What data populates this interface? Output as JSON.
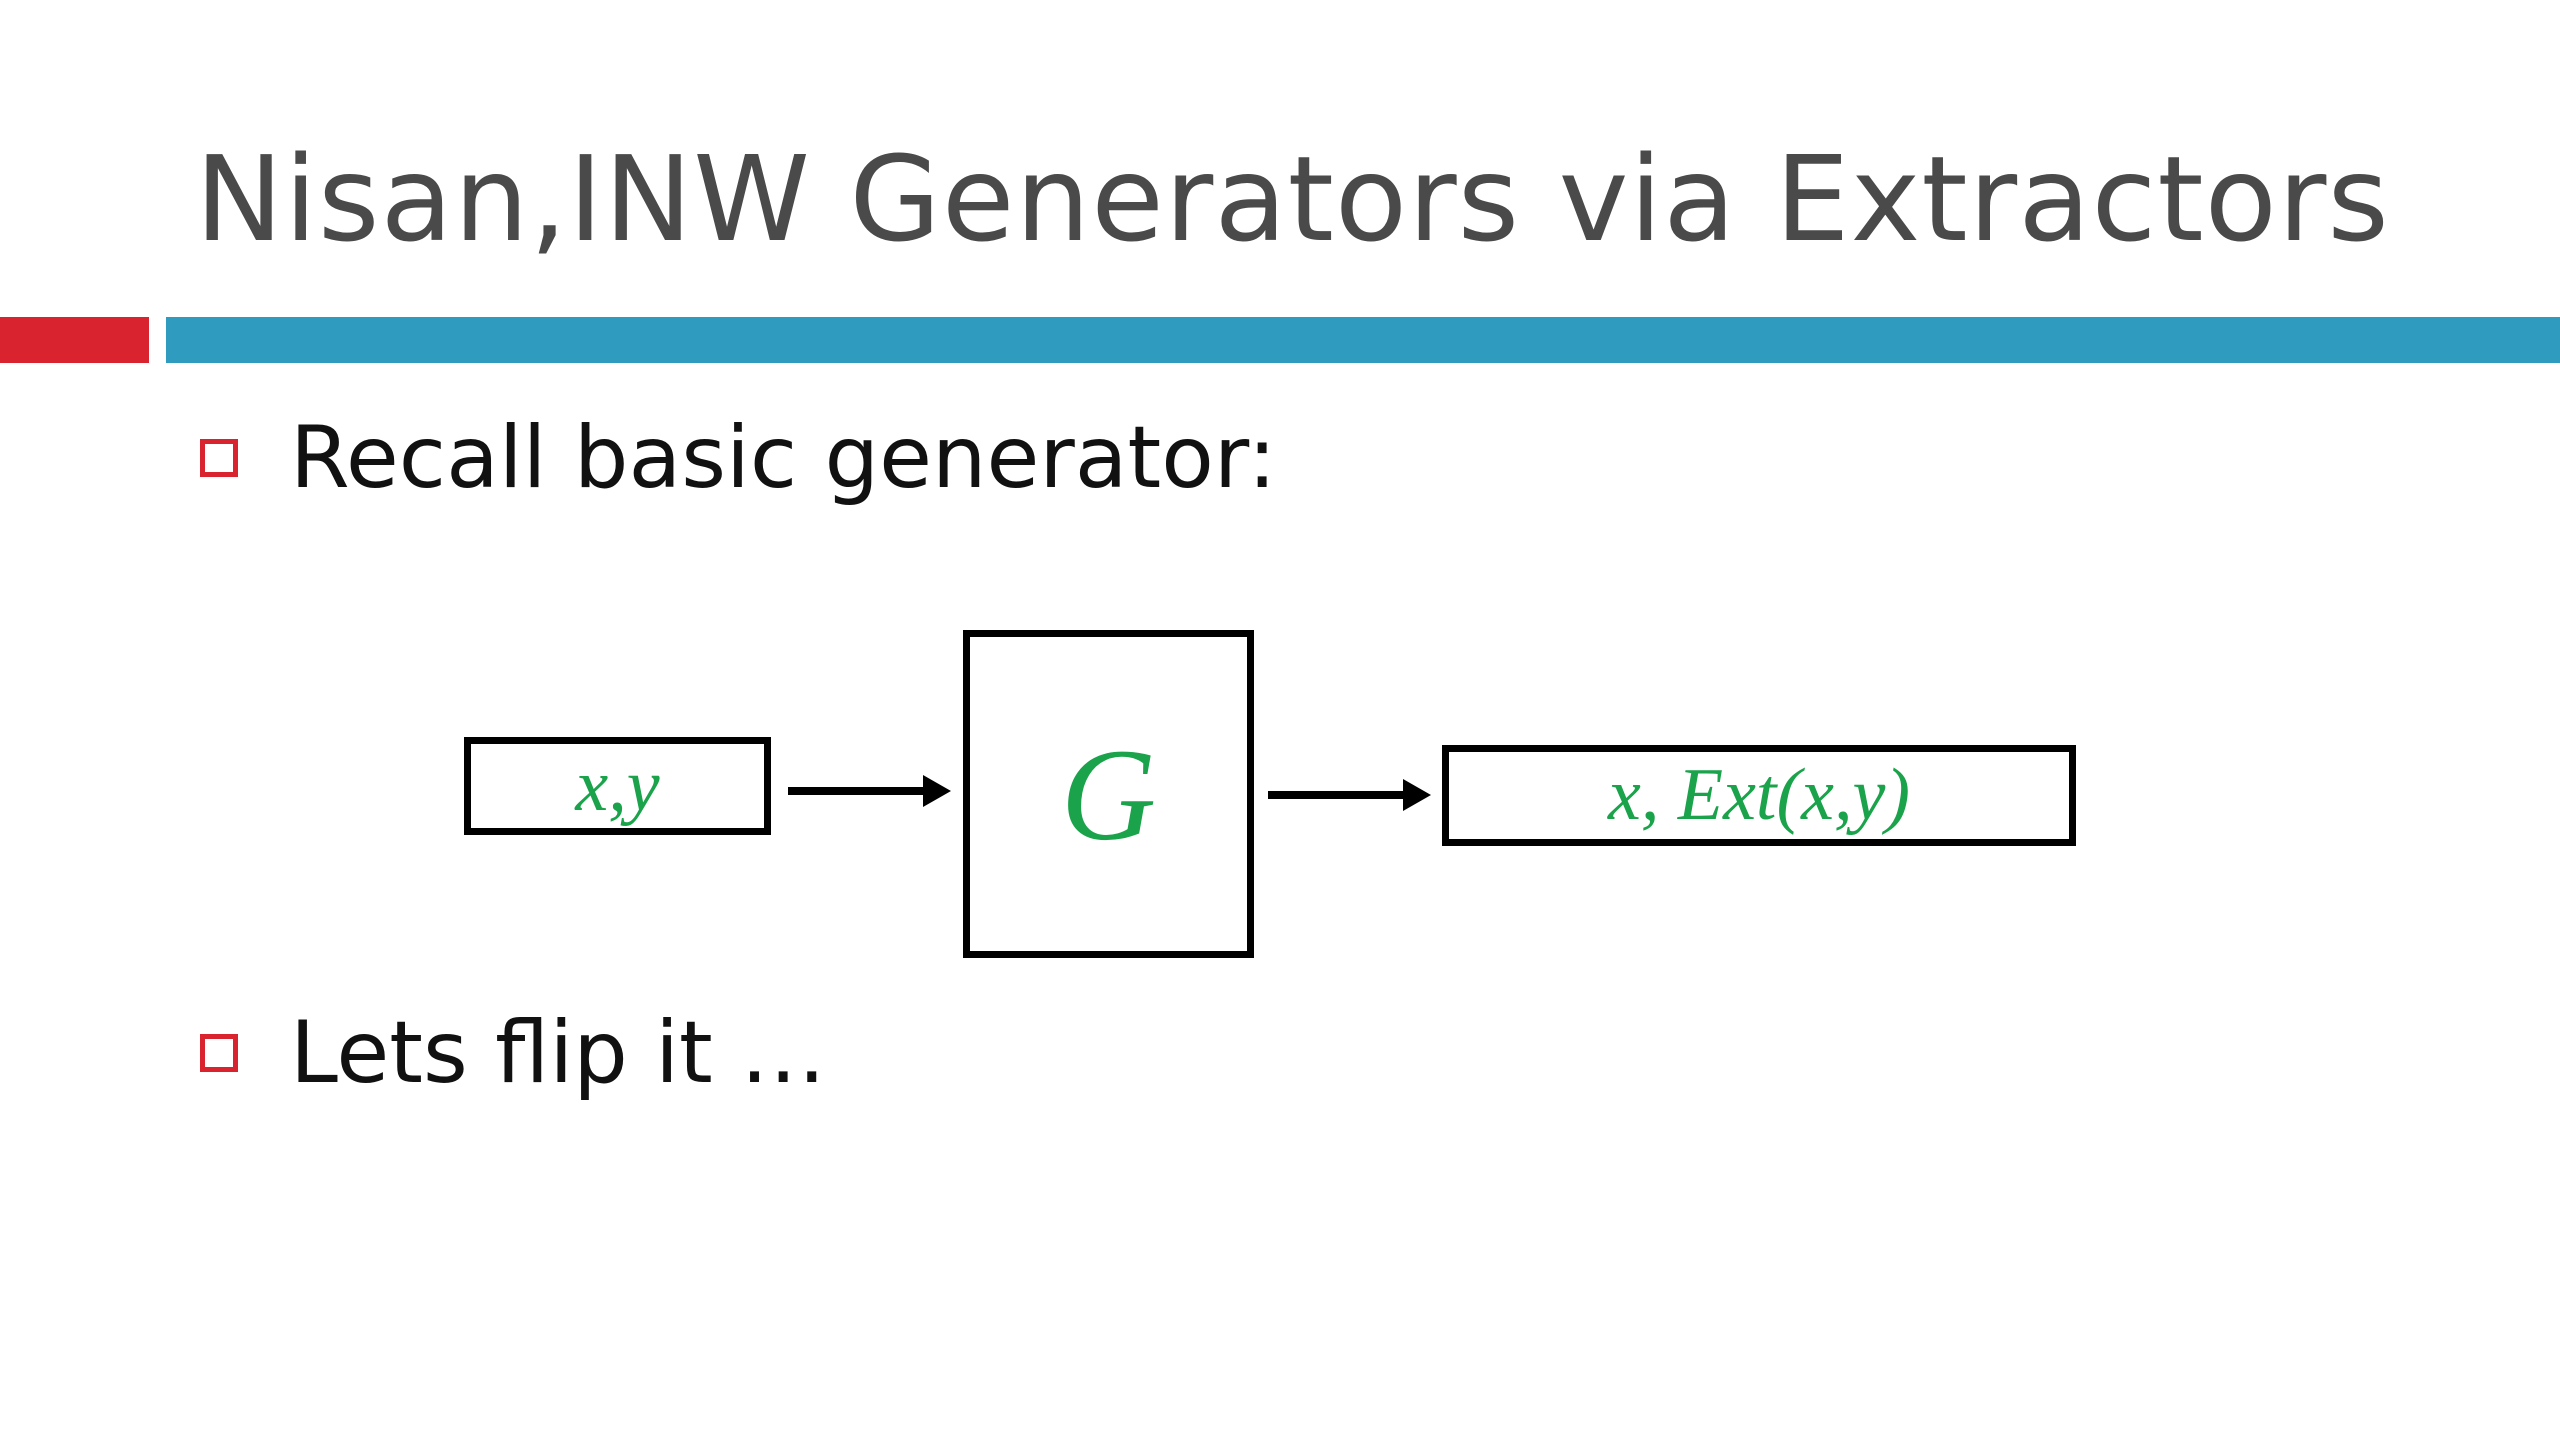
{
  "slide": {
    "title": "Nisan,INW Generators via Extractors",
    "bullets": [
      {
        "text": "Recall basic generator:"
      },
      {
        "text": "Lets flip it …"
      }
    ],
    "diagram": {
      "input_label": "x,y",
      "generator_label": "G",
      "output_label": "x, Ext(x,y)"
    }
  },
  "colors": {
    "accent_red": "#d9232e",
    "accent_blue": "#2e9bbf",
    "title_text": "#4a4a4a",
    "body_text": "#111111",
    "diagram_text": "#1aa34a"
  }
}
